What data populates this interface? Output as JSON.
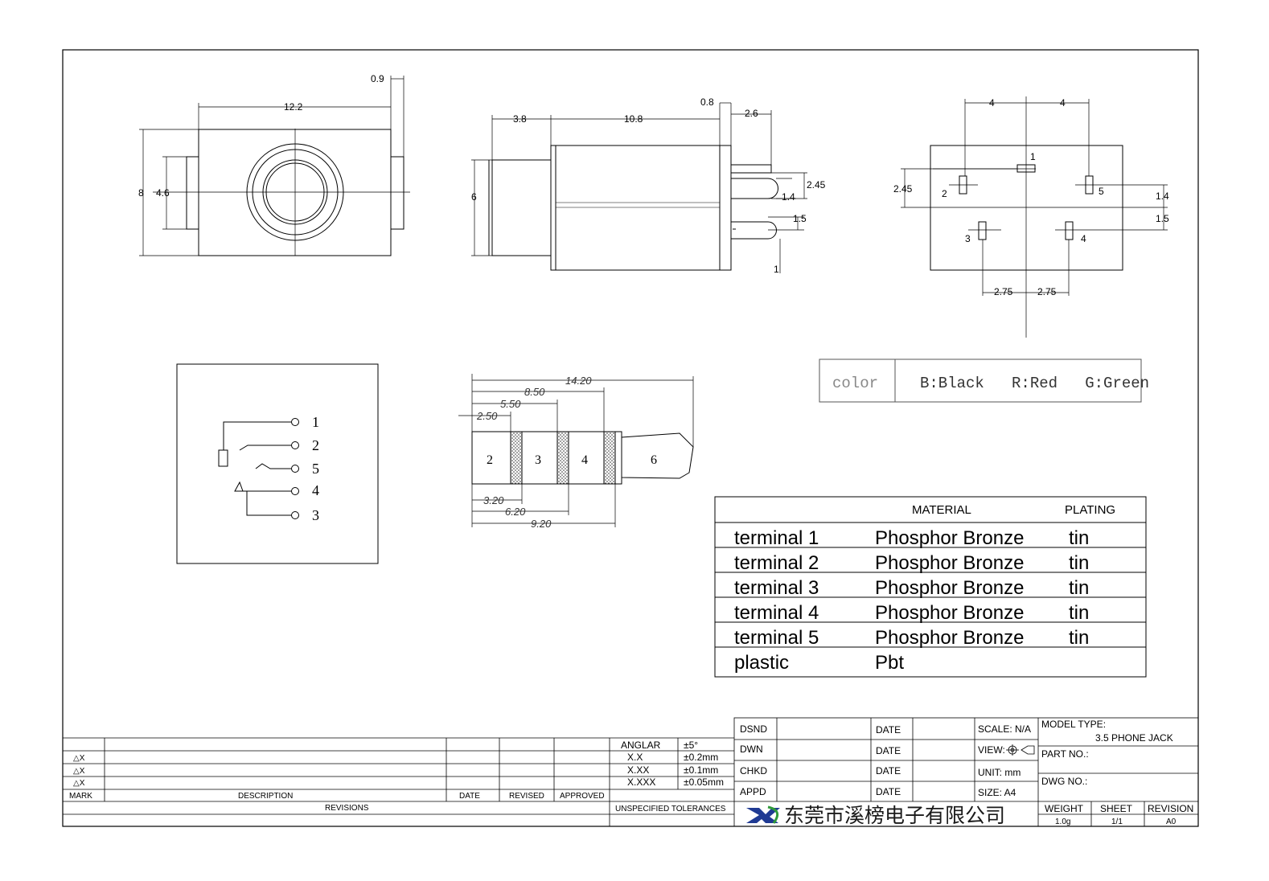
{
  "dims": {
    "front": {
      "w": "12.2",
      "tab": "0.9",
      "h": "8",
      "bore": "4.6"
    },
    "side": {
      "body": "10.8",
      "nose": "3.8",
      "flange": "0.8",
      "pin_len": "2.6",
      "h": "6",
      "pin_gap": "2.45",
      "pin_w": "1.4",
      "pin_off": "1.5",
      "pin_t": "1"
    },
    "bottom": {
      "half_w_left": "4",
      "half_w_right": "4",
      "pin_off": "2.45",
      "gap_a": "1.4",
      "gap_b": "1.5",
      "spread_left": "2.75",
      "spread_right": "2.75",
      "pins": [
        "1",
        "2",
        "5",
        "3",
        "4"
      ]
    }
  },
  "schematic": {
    "pins": [
      "1",
      "2",
      "5",
      "4",
      "3"
    ]
  },
  "plug": {
    "top_dims": [
      "14.20",
      "8.50",
      "5.50",
      "2.50"
    ],
    "bottom_dims": [
      "3.20",
      "6.20",
      "9.20"
    ],
    "segments": [
      "2",
      "3",
      "4",
      "6"
    ]
  },
  "color": {
    "label": "color",
    "values": "B:Black   R:Red   G:Green"
  },
  "materials": {
    "headers": {
      "material": "MATERIAL",
      "plating": "PLATING"
    },
    "rows": [
      {
        "part": "terminal 1",
        "material": "Phosphor Bronze",
        "plating": "tin"
      },
      {
        "part": "terminal 2",
        "material": "Phosphor Bronze",
        "plating": "tin"
      },
      {
        "part": "terminal 3",
        "material": "Phosphor Bronze",
        "plating": "tin"
      },
      {
        "part": "terminal 4",
        "material": "Phosphor Bronze",
        "plating": "tin"
      },
      {
        "part": "terminal 5",
        "material": "Phosphor Bronze",
        "plating": "tin"
      },
      {
        "part": "plastic",
        "material": "Pbt",
        "plating": ""
      }
    ]
  },
  "revisions": {
    "rows": [
      "△X",
      "△X",
      "△X"
    ],
    "headers": {
      "mark": "MARK",
      "description": "DESCRIPTION",
      "date": "DATE",
      "revised": "REVISED",
      "approved": "APPROVED"
    },
    "footer": "REVISIONS"
  },
  "tolerances": {
    "rows": [
      {
        "label": "ANGLAR",
        "value": "±5°"
      },
      {
        "label": "X.X",
        "value": "±0.2mm"
      },
      {
        "label": "X.XX",
        "value": "±0.1mm"
      },
      {
        "label": "X.XXX",
        "value": "±0.05mm"
      }
    ],
    "footer": "UNSPECIFIED TOLERANCES"
  },
  "title_block": {
    "rows": [
      "DSND",
      "DWN",
      "CHKD",
      "APPD"
    ],
    "date": "DATE",
    "scale": "SCALE: N/A",
    "view": "VIEW:",
    "unit": "UNIT: mm",
    "size": "SIZE: A4",
    "model_label": "MODEL TYPE:",
    "model_value": "3.5 PHONE JACK",
    "part_no": "PART NO.:",
    "dwg_no": "DWG NO.:",
    "weight_label": "WEIGHT",
    "weight": "1.0g",
    "sheet_label": "SHEET",
    "sheet": "1/1",
    "revision_label": "REVISION",
    "revision": "A0",
    "company": "东莞市溪榜电子有限公司"
  }
}
